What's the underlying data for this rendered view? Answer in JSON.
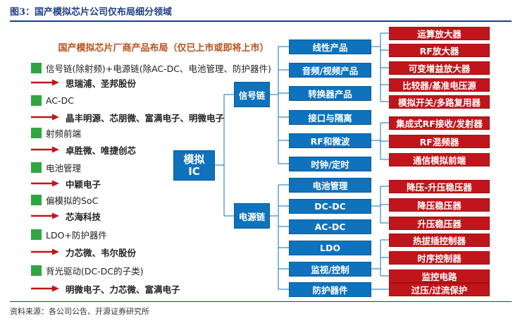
{
  "figure_title": "图3：国产模拟芯片公司仅布局细分领域",
  "layout_title": "国产模拟芯片厂商产品布局（仅已上市或即将上市）",
  "source": "资料来源：各公司公告、开源证券研究所",
  "legend": [
    {
      "category": "信号链(除射频)+电源链(除AC-DC、电池管理、防护器件)",
      "companies": "思瑞浦、圣邦股份"
    },
    {
      "category": "AC-DC",
      "companies": "晶丰明源、芯朋微、富满电子、明微电子"
    },
    {
      "category": "射频前端",
      "companies": "卓胜微、唯捷创芯"
    },
    {
      "category": "电池管理",
      "companies": "中颖电子"
    },
    {
      "category": "偏模拟的SoC",
      "companies": "芯海科技"
    },
    {
      "category": "LDO+防护器件",
      "companies": "力芯微、韦尔股份"
    },
    {
      "category": "背光驱动(DC-DC的子类)",
      "companies": "明微电子、力芯微、富满电子"
    }
  ],
  "root": {
    "line1": "模拟",
    "line2": "IC"
  },
  "branches": {
    "signal": "信号链",
    "power": "电源链"
  },
  "signal_categories": [
    "线性产品",
    "音频/视频产品",
    "转换器产品",
    "接口与隔离",
    "RF和微波",
    "时钟/定时"
  ],
  "power_categories": [
    "电池管理",
    "DC-DC",
    "AC-DC",
    "LDO",
    "监视/控制",
    "防护器件"
  ],
  "linear_products": [
    "运算放大器",
    "RF放大器",
    "可变增益放大器",
    "比较器/基准电压源",
    "模拟开关/多路复用器"
  ],
  "rf_products": [
    "集成式RF接收/发射器",
    "RF混频器",
    "通信模拟前端"
  ],
  "dcdc_products": [
    "降压-升压稳压器",
    "降压稳压器",
    "升压稳压器"
  ],
  "monitor_products": [
    "热拔插控制器",
    "时序控制器",
    "监控电路"
  ],
  "protection_products": [
    "过压/过流保护"
  ],
  "colors": {
    "blue": "#0f72bd",
    "red": "#c0161b",
    "green": "#2fa642",
    "title_orange": "#b8521e",
    "arrow_red": "#c0161b"
  }
}
